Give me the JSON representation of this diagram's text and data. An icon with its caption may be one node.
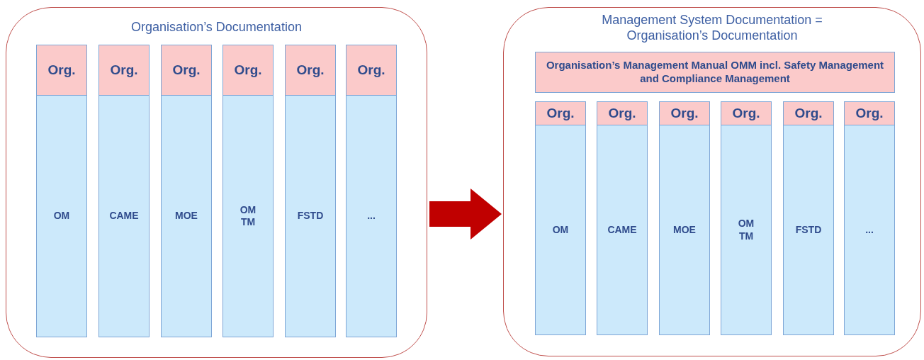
{
  "diagram": {
    "nodes": [
      {
        "text": [
          "Organisation’s Documentation"
        ]
      },
      {
        "text": [
          "Org."
        ],
        "in": 0
      },
      {
        "text": [
          "OM"
        ],
        "in": 0
      },
      {
        "text": [
          "Org."
        ],
        "in": 0
      },
      {
        "text": [
          "CAME"
        ],
        "in": 0
      },
      {
        "text": [
          "Org."
        ],
        "in": 0
      },
      {
        "text": [
          "MOE"
        ],
        "in": 0
      },
      {
        "text": [
          "Org."
        ],
        "in": 0
      },
      {
        "text": [
          "OM TM"
        ],
        "in": 0
      },
      {
        "text": [
          "Org."
        ],
        "in": 0
      },
      {
        "text": [
          "FSTD"
        ],
        "in": 0
      },
      {
        "text": [
          "Org."
        ],
        "in": 0
      },
      {
        "text": [
          "..."
        ],
        "in": 0
      },
      {
        "text": [
          "Management System Documentation = Organisation’s Documentation"
        ]
      },
      {
        "text": [
          "Organisation’s Management Manual OMM incl. Safety Management and Compliance Management"
        ],
        "in": 13
      },
      {
        "text": [
          "Org."
        ],
        "in": 13
      },
      {
        "text": [
          "OM"
        ],
        "in": 13
      },
      {
        "text": [
          "Org."
        ],
        "in": 13
      },
      {
        "text": [
          "CAME"
        ],
        "in": 13
      },
      {
        "text": [
          "Org."
        ],
        "in": 13
      },
      {
        "text": [
          "MOE"
        ],
        "in": 13
      },
      {
        "text": [
          "Org."
        ],
        "in": 13
      },
      {
        "text": [
          "OM TM"
        ],
        "in": 13
      },
      {
        "text": [
          "Org."
        ],
        "in": 13
      },
      {
        "text": [
          "FSTD"
        ],
        "in": 13
      },
      {
        "text": [
          "Org."
        ],
        "in": 13
      },
      {
        "text": [
          "..."
        ],
        "in": 13
      }
    ],
    "edges": [
      {
        "from": 0,
        "to": 13,
        "arrow": "to",
        "color": "#c00000"
      }
    ]
  }
}
